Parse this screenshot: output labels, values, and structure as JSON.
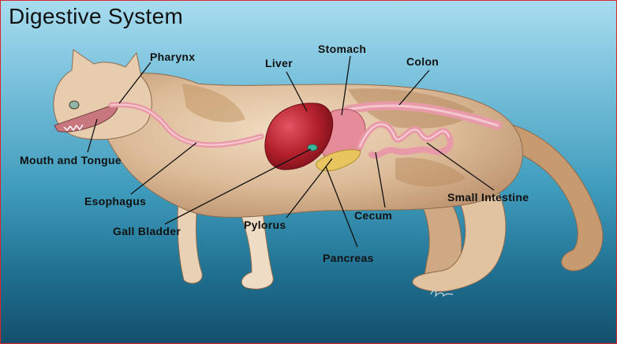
{
  "title": "Digestive System",
  "labels": {
    "pharynx": "Pharynx",
    "liver": "Liver",
    "stomach": "Stomach",
    "colon": "Colon",
    "mouth_and_tongue": "Mouth and Tongue",
    "esophagus": "Esophagus",
    "gall_bladder": "Gall Bladder",
    "pylorus": "Pylorus",
    "cecum": "Cecum",
    "small_intestine": "Small Intestine",
    "pancreas": "Pancreas"
  },
  "colors": {
    "frame_border": "#d9262b",
    "background_top": "#a8dcef",
    "background_bottom": "#14506c",
    "liver": "#b3202c",
    "intestine": "#e99aa8",
    "pancreas": "#e8c55e"
  }
}
